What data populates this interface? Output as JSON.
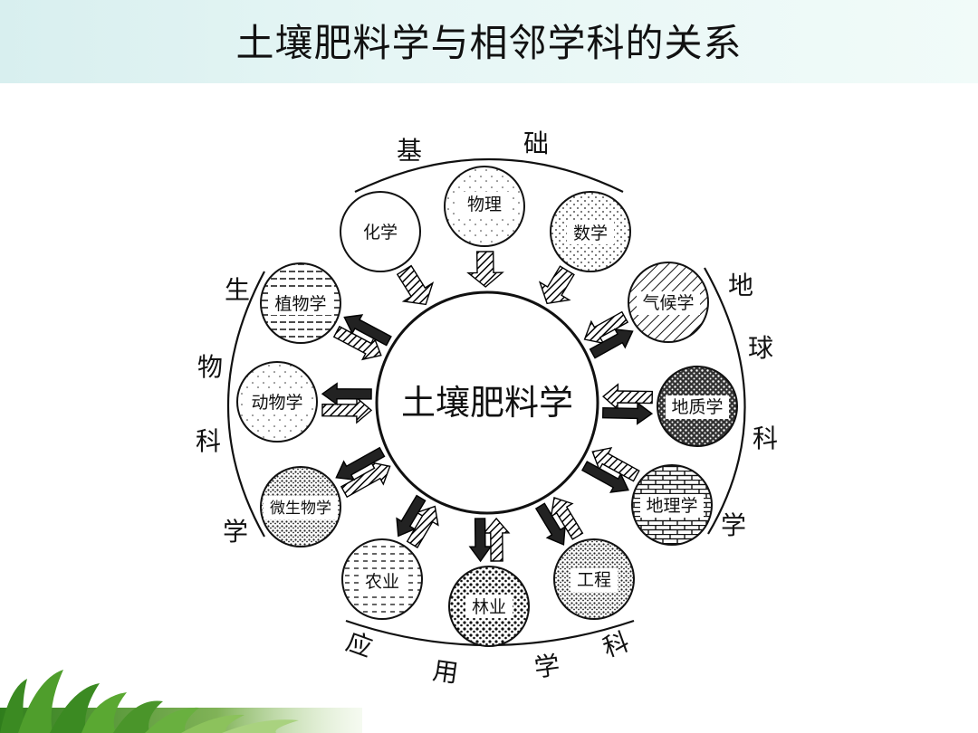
{
  "slide": {
    "title": "土壤肥料学与相邻学科的关系"
  },
  "center": {
    "label": "土壤肥料学"
  },
  "groups": {
    "basic": [
      "基",
      "础"
    ],
    "bio": [
      "生",
      "物",
      "科",
      "学"
    ],
    "earth": [
      "地",
      "球",
      "科",
      "学"
    ],
    "applied": [
      "应",
      "用",
      "学",
      "科"
    ]
  },
  "disciplines": {
    "chemistry": "化学",
    "physics": "物理",
    "math": "数学",
    "botany": "植物学",
    "zoology": "动物学",
    "microbiology": "微生物学",
    "climatology": "气候学",
    "geology": "地质学",
    "geography": "地理学",
    "agriculture": "农业",
    "forestry": "林业",
    "engineering": "工程"
  }
}
